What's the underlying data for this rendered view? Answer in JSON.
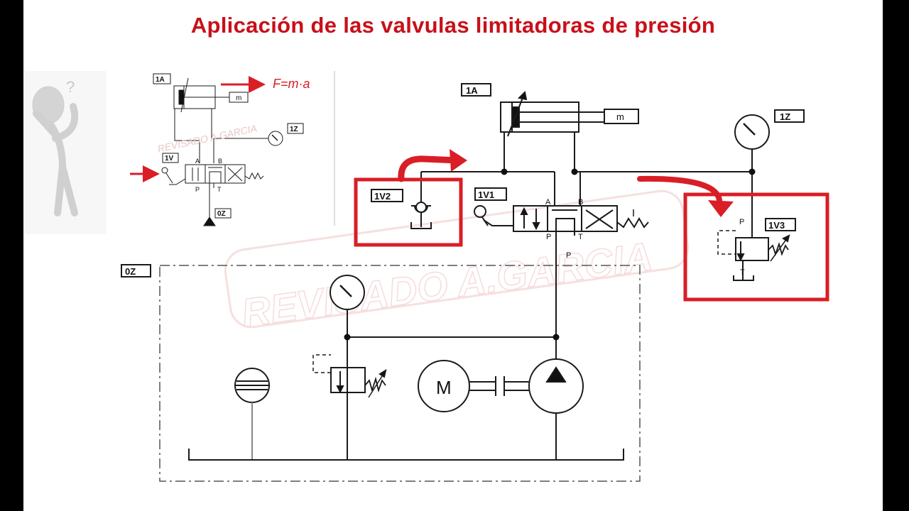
{
  "title": "Aplicación de las valvulas limitadoras de presión",
  "colors": {
    "accent_red": "#d91e26",
    "title_red": "#c8101a",
    "line": "#1a1a1a",
    "watermark": "#f3d4d4"
  },
  "small_diagram": {
    "cylinder_tag": "1A",
    "mass_label": "m",
    "force_formula": "F=m·a",
    "gauge_tag": "1Z",
    "valve_tag": "1V",
    "port_a": "A",
    "port_b": "B",
    "port_p": "P",
    "port_t": "T",
    "supply_tag": "0Z",
    "watermark": "REVISADO A.GARCIA"
  },
  "main_diagram": {
    "cylinder_tag": "1A",
    "mass_label": "m",
    "gauge_tag": "1Z",
    "directional_valve_tag": "1V1",
    "check_valve_tag": "1V2",
    "relief_valve_tag": "1V3",
    "port_a": "A",
    "port_b": "B",
    "port_p": "P",
    "port_t": "T",
    "supply_port_p": "P",
    "relief_port_p": "P",
    "relief_port_t": "T",
    "power_unit_tag": "0Z",
    "motor_label": "M",
    "watermark": "REVISADO A.GARCIA"
  }
}
